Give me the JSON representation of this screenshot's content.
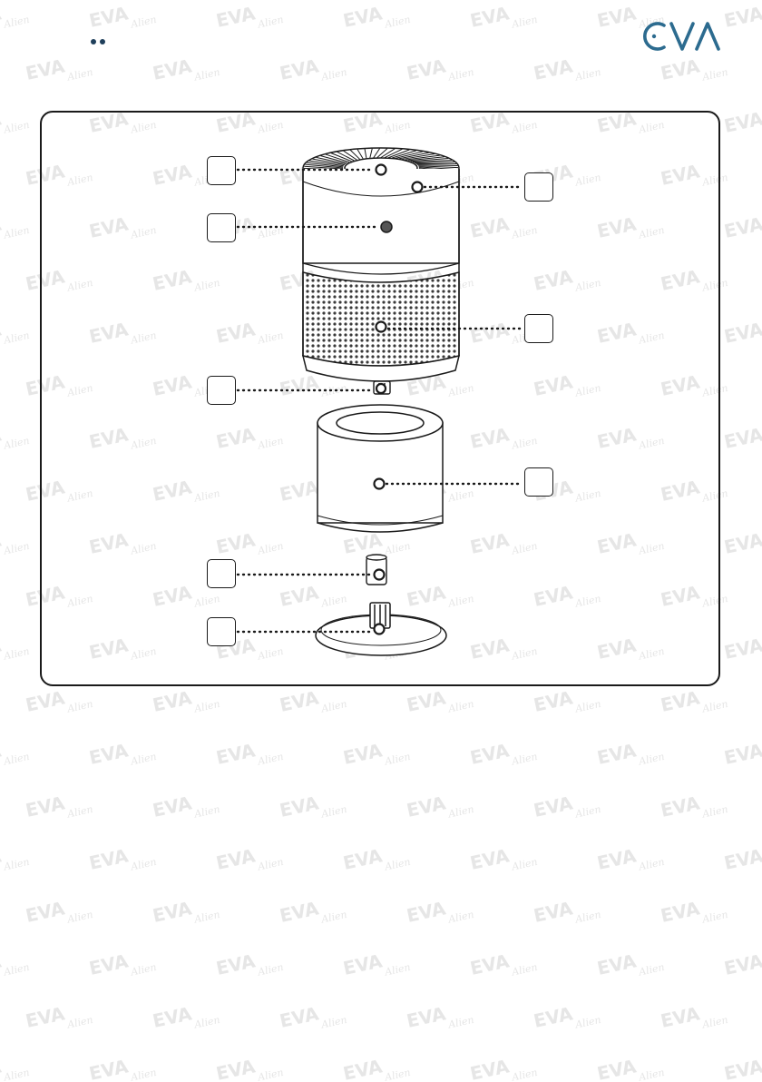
{
  "brand": {
    "logo_text": "EVA",
    "watermark_text": "EVA",
    "watermark_sub": "Alien",
    "accent_color": "#2c6b8f",
    "dots_color": "#1f3f5b"
  },
  "diagram": {
    "callouts_left": [
      "",
      "",
      "",
      "",
      ""
    ],
    "callouts_right": [
      "",
      "",
      ""
    ]
  }
}
